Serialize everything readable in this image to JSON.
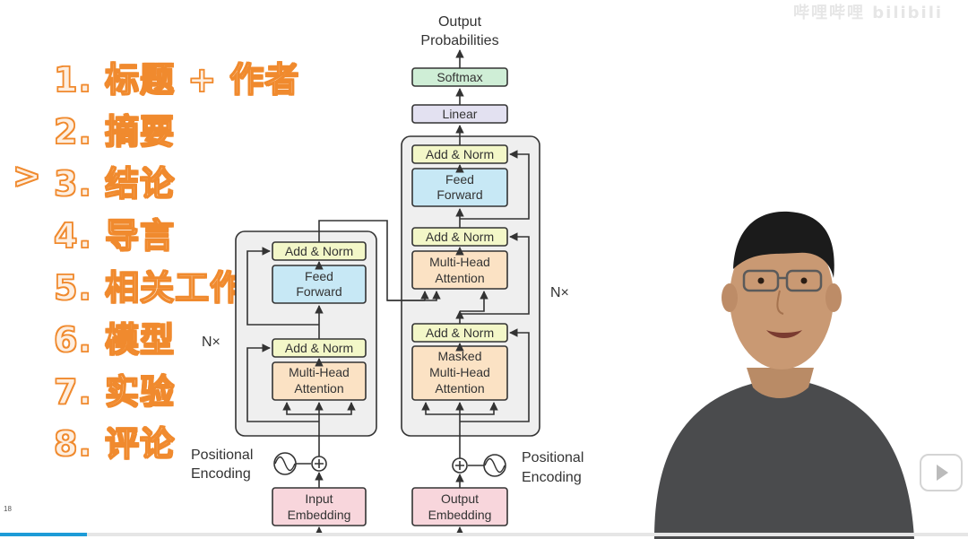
{
  "outline": {
    "current_marker": ">",
    "items": [
      {
        "label": "1. 标题 + 作者"
      },
      {
        "label": "2. 摘要"
      },
      {
        "label": "3. 结论",
        "current": true
      },
      {
        "label": "4. 导言"
      },
      {
        "label": "5. 相关工作"
      },
      {
        "label": "6. 模型"
      },
      {
        "label": "7. 实验"
      },
      {
        "label": "8. 评论"
      }
    ]
  },
  "diagram": {
    "output_probabilities_line1": "Output",
    "output_probabilities_line2": "Probabilities",
    "softmax": "Softmax",
    "linear": "Linear",
    "add_norm": "Add & Norm",
    "feed_forward_line1": "Feed",
    "feed_forward_line2": "Forward",
    "multi_head_line1": "Multi-Head",
    "multi_head_line2": "Attention",
    "masked_line1": "Masked",
    "masked_line2": "Multi-Head",
    "masked_line3": "Attention",
    "nx": "N×",
    "positional_line1": "Positional",
    "positional_line2": "Encoding",
    "input_embedding_line1": "Input",
    "input_embedding_line2": "Embedding",
    "output_embedding_line1": "Output",
    "output_embedding_line2": "Embedding"
  },
  "colors": {
    "add_norm": "#f3f7c8",
    "feed_forward": "#c7e8f5",
    "attention": "#fbe2c4",
    "embedding": "#f8d6dc",
    "softmax": "#cfeed6",
    "linear": "#e3e1f1",
    "outline_stroke": "#f08a2e",
    "progress": "#1d9bd7"
  },
  "video": {
    "page_number": "18",
    "watermark": "哔哩哔哩 bilibili",
    "progress": 0.09
  }
}
